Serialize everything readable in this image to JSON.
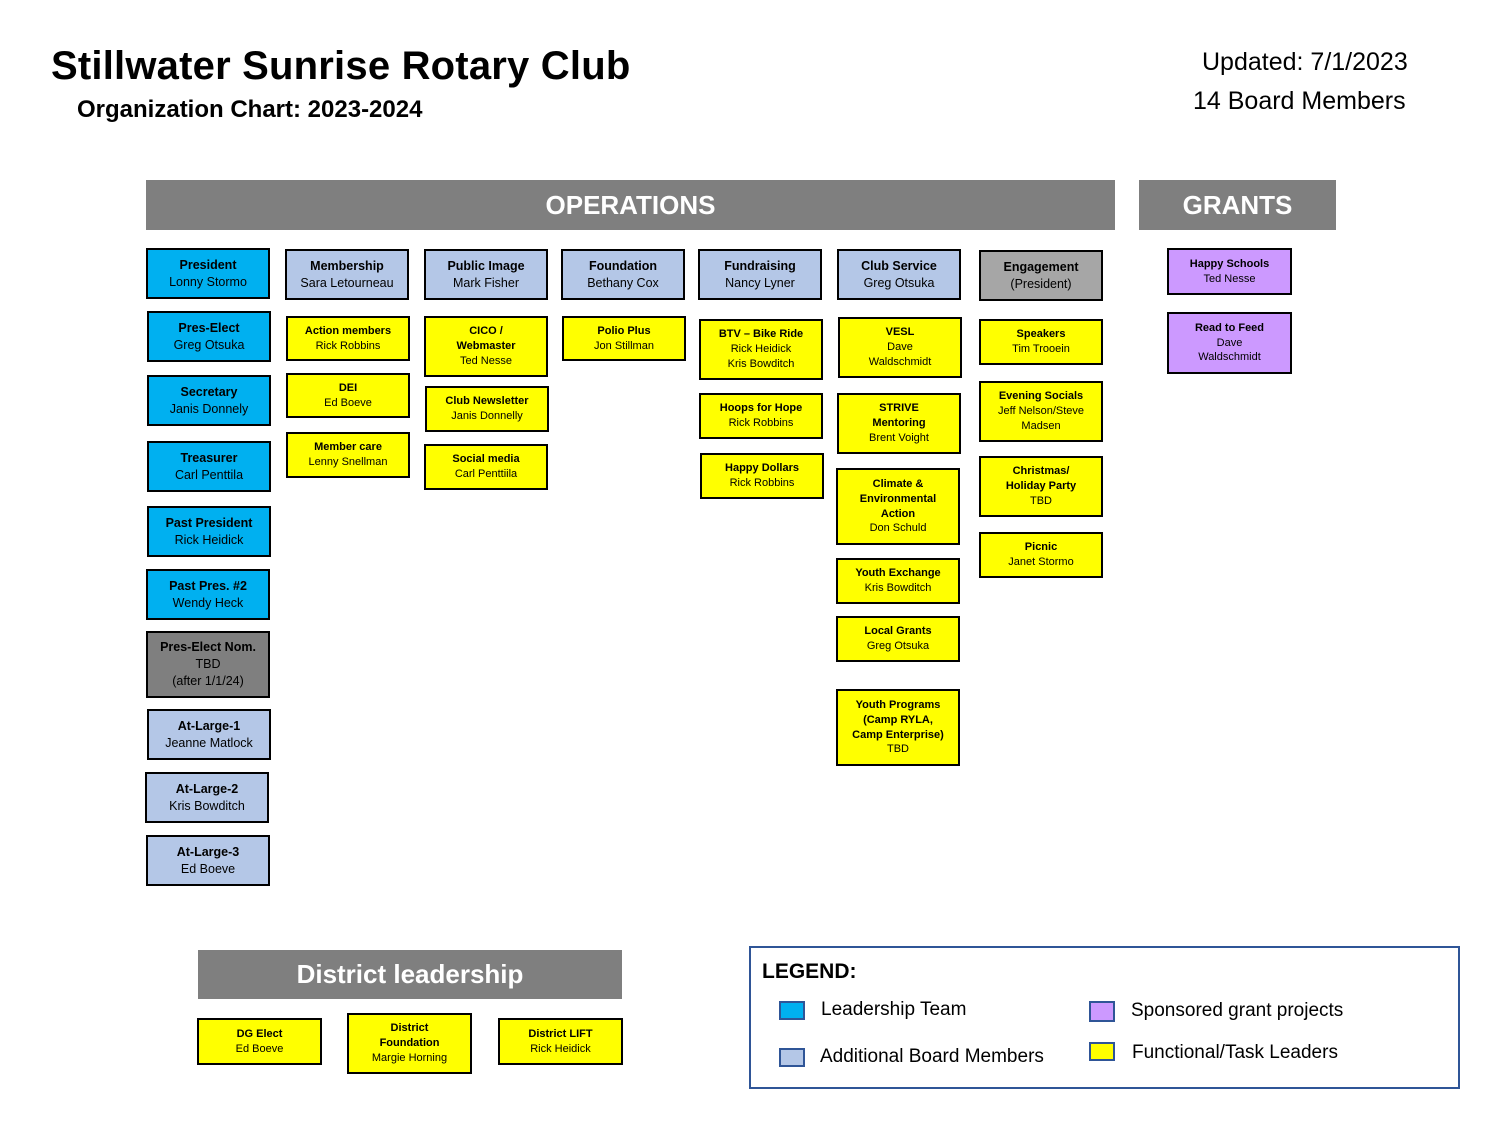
{
  "header": {
    "title": "Stillwater Sunrise Rotary Club",
    "subtitle": "Organization Chart:  2023-2024",
    "updated": "Updated: 7/1/2023",
    "board_count": "14 Board Members"
  },
  "sections": {
    "operations": "OPERATIONS",
    "grants": "GRANTS",
    "district": "District leadership"
  },
  "colors": {
    "leadership": "#00b0f0",
    "board": "#b4c7e7",
    "functional": "#ffff00",
    "grant": "#cc99ff",
    "header": "#7f7f7f"
  },
  "leadership": [
    {
      "role": "President",
      "name": "Lonny Stormo"
    },
    {
      "role": "Pres-Elect",
      "name": "Greg Otsuka"
    },
    {
      "role": "Secretary",
      "name": "Janis Donnely"
    },
    {
      "role": "Treasurer",
      "name": "Carl Penttila"
    },
    {
      "role": "Past President",
      "name": "Rick Heidick"
    },
    {
      "role": "Past Pres. #2",
      "name": "Wendy Heck"
    },
    {
      "role": "Pres-Elect Nom.",
      "name": "TBD",
      "note": "(after 1/1/24)"
    },
    {
      "role": "At-Large-1",
      "name": "Jeanne Matlock"
    },
    {
      "role": "At-Large-2",
      "name": "Kris Bowditch"
    },
    {
      "role": "At-Large-3",
      "name": "Ed Boeve"
    }
  ],
  "board_heads": [
    {
      "role": "Membership",
      "name": "Sara Letourneau"
    },
    {
      "role": "Public Image",
      "name": "Mark Fisher"
    },
    {
      "role": "Foundation",
      "name": "Bethany Cox"
    },
    {
      "role": "Fundraising",
      "name": "Nancy Lyner"
    },
    {
      "role": "Club Service",
      "name": "Greg Otsuka"
    },
    {
      "role": "Engagement",
      "name": "(President)"
    }
  ],
  "membership_tasks": [
    {
      "title": "Action members",
      "name": "Rick Robbins"
    },
    {
      "title": "DEI",
      "name": "Ed Boeve"
    },
    {
      "title": "Member care",
      "name": "Lenny Snellman"
    }
  ],
  "public_image_tasks": [
    {
      "title": "CICO /",
      "title2": "Webmaster",
      "name": "Ted Nesse"
    },
    {
      "title": "Club Newsletter",
      "name": "Janis Donnelly"
    },
    {
      "title": "Social media",
      "name": "Carl Penttiila"
    }
  ],
  "foundation_tasks": [
    {
      "title": "Polio Plus",
      "name": "Jon Stillman"
    }
  ],
  "fundraising_tasks": [
    {
      "title": "BTV – Bike Ride",
      "name": "Rick Heidick",
      "name2": "Kris Bowditch"
    },
    {
      "title": "Hoops for Hope",
      "name": "Rick Robbins"
    },
    {
      "title": "Happy Dollars",
      "name": "Rick Robbins"
    }
  ],
  "club_service_tasks": [
    {
      "title": "VESL",
      "name": "Dave",
      "name2": "Waldschmidt"
    },
    {
      "title": "STRIVE",
      "title2": "Mentoring",
      "name": "Brent Voight"
    },
    {
      "title": "Climate &",
      "title2": "Environmental",
      "title3": "Action",
      "name": "Don Schuld"
    },
    {
      "title": "Youth Exchange",
      "name": "Kris Bowditch"
    },
    {
      "title": "Local Grants",
      "name": "Greg Otsuka"
    },
    {
      "title": "Youth Programs",
      "title2": "(Camp RYLA,",
      "title3": "Camp Enterprise)",
      "name": "TBD"
    }
  ],
  "engagement_tasks": [
    {
      "title": "Speakers",
      "name": "Tim Trooein"
    },
    {
      "title": "Evening Socials",
      "name": "Jeff Nelson/Steve",
      "name2": "Madsen"
    },
    {
      "title": "Christmas/",
      "title2": "Holiday Party",
      "name": "TBD"
    },
    {
      "title": "Picnic",
      "name": "Janet Stormo"
    }
  ],
  "grants": [
    {
      "title": "Happy Schools",
      "name": "Ted Nesse"
    },
    {
      "title": "Read to Feed",
      "name": "Dave",
      "name2": "Waldschmidt"
    }
  ],
  "district": [
    {
      "title": "DG Elect",
      "name": "Ed Boeve"
    },
    {
      "title": "District",
      "title2": "Foundation",
      "name": "Margie Horning"
    },
    {
      "title": "District LIFT",
      "name": "Rick Heidick"
    }
  ],
  "legend": {
    "title": "LEGEND:",
    "leadership": "Leadership Team",
    "board": "Additional Board Members",
    "grant": "Sponsored grant projects",
    "functional": "Functional/Task Leaders"
  }
}
